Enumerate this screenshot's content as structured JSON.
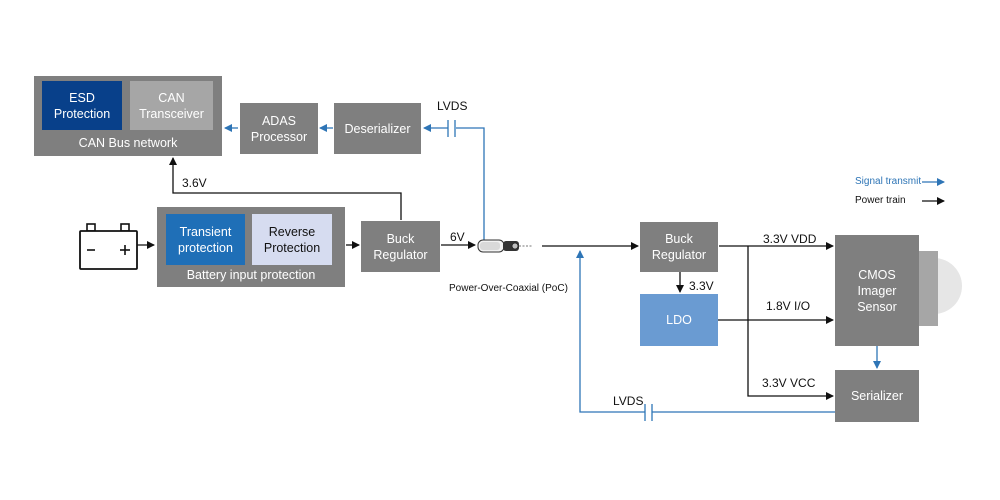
{
  "colors": {
    "signal": "#2e75b6",
    "power": "#111111",
    "block": "#7f7f7f",
    "esd": "#08408a",
    "can_transceiver": "#a6a6a6",
    "transient": "#1f6fb7",
    "reverse": "#d6dcf0",
    "ldo": "#6a9bd2"
  },
  "blocks": {
    "esd": [
      "ESD",
      "Protection"
    ],
    "can_transceiver": [
      "CAN",
      "Transceiver"
    ],
    "can_bus_caption": "CAN Bus network",
    "adas": [
      "ADAS",
      "Processor"
    ],
    "deserializer": "Deserializer",
    "transient": [
      "Transient",
      "protection"
    ],
    "reverse": [
      "Reverse",
      "Protection"
    ],
    "battery_caption": "Battery input protection",
    "buck_left": [
      "Buck",
      "Regulator"
    ],
    "buck_right": [
      "Buck",
      "Regulator"
    ],
    "ldo": "LDO",
    "cmos": [
      "CMOS",
      "Imager",
      "Sensor"
    ],
    "serializer": "Serializer"
  },
  "labels": {
    "lvds_top": "LVDS",
    "v36": "3.6V",
    "v6": "6V",
    "poc": "Power-Over-Coaxial (PoC)",
    "vdd": "3.3V VDD",
    "v33": "3.3V",
    "io": "1.8V I/O",
    "vcc": "3.3V VCC",
    "lvds_bottom": "LVDS"
  },
  "legend": {
    "signal": "Signal transmit",
    "power": "Power train"
  },
  "icons": {
    "battery": "battery-icon",
    "coax": "coax-cable-icon",
    "camera_lens": "camera-lens-icon"
  }
}
